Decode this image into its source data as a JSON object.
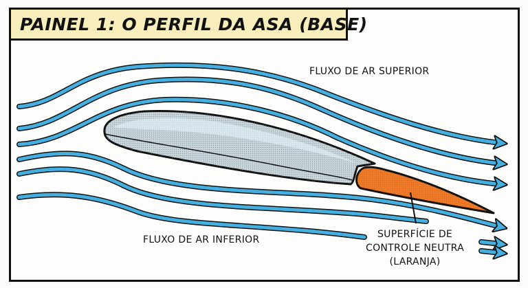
{
  "panel": {
    "title": "PAINEL 1: O PERFIL DA ASA (BASE)",
    "title_bg_color": "#f8eebc",
    "border_color": "#111111"
  },
  "diagram": {
    "labels": {
      "upper_airflow": "FLUXO DE AR SUPERIOR",
      "lower_airflow": "FLUXO DE AR INFERIOR",
      "control_surface_line1": "SUPERFÍCIE DE",
      "control_surface_line2": "CONTROLE NEUTRA",
      "control_surface_line3": "(LARANJA)"
    },
    "elements": {
      "wing_profile": "airfoil",
      "control_surface": "neutral-flap",
      "streamlines_upper_count": 3,
      "streamlines_lower_count": 3
    },
    "colors": {
      "airflow": "#45b0e0",
      "wing_fill": "#c9d6dc",
      "wing_highlight": "#ddeef4",
      "control_surface": "#ef7a28",
      "outline": "#111111"
    }
  }
}
